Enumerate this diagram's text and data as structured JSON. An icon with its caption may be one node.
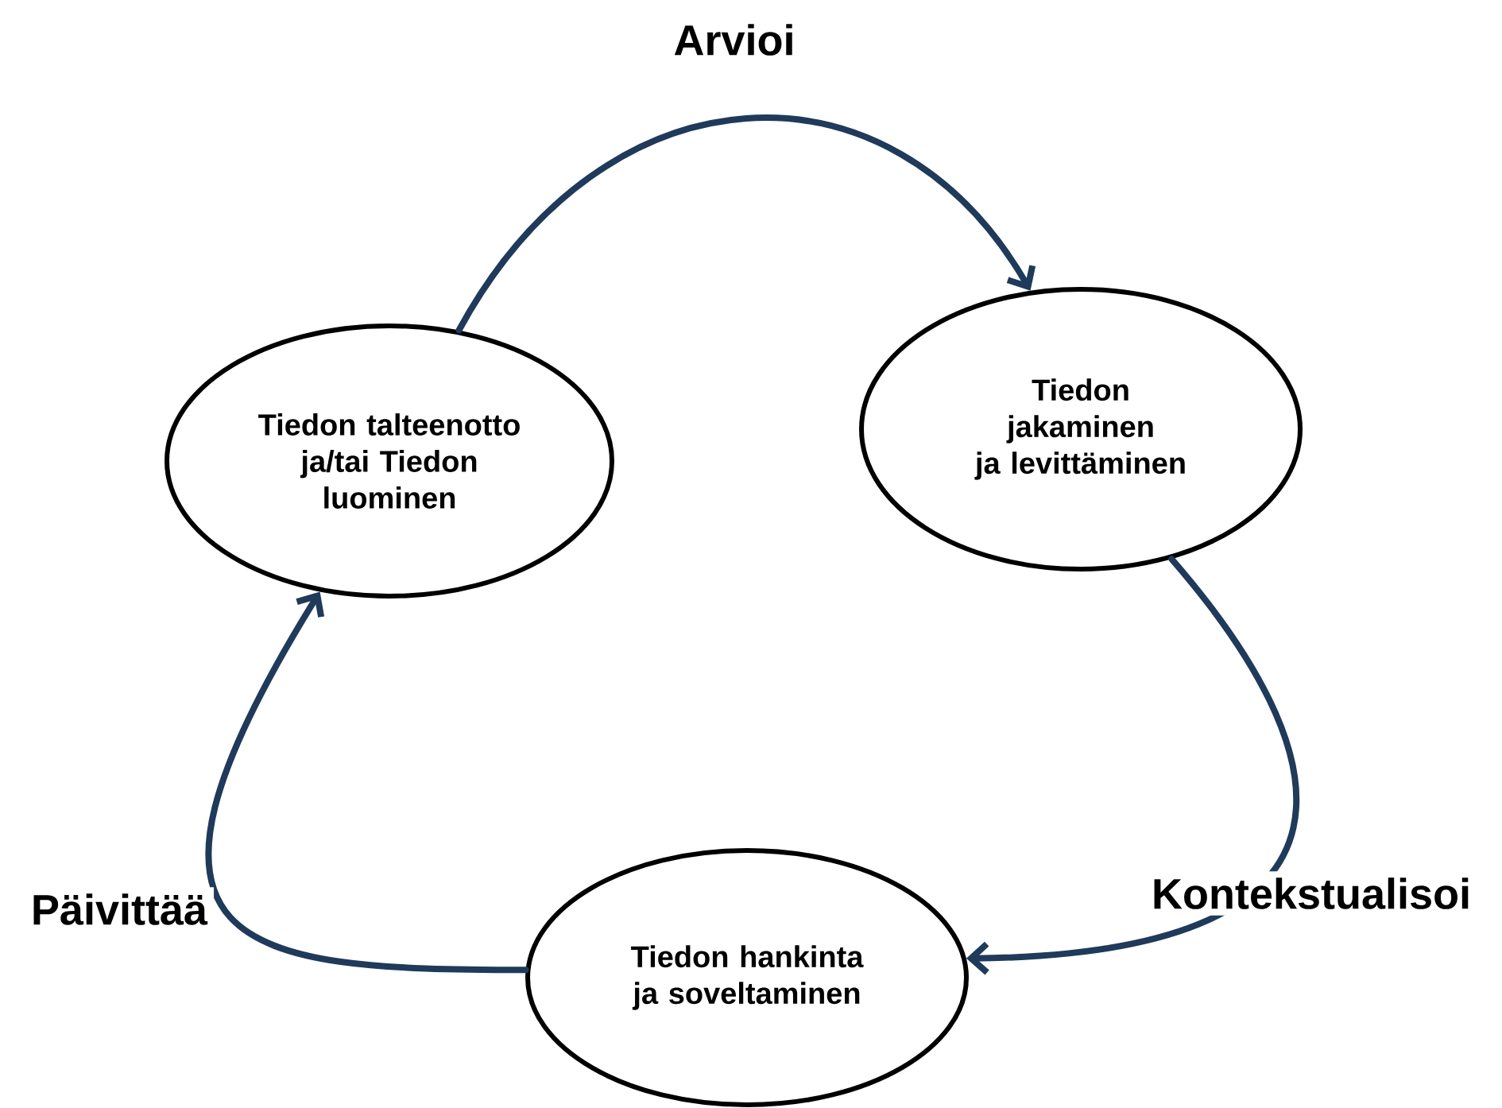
{
  "diagram": {
    "nodes": [
      {
        "text": [
          "Tiedon talteenotto ja/tai Tiedon luominen"
        ]
      },
      {
        "text": [
          "Tiedon jakaminen ja levittäminen"
        ]
      },
      {
        "text": [
          "Tiedon hankinta ja soveltaminen"
        ]
      }
    ],
    "edges": [
      {
        "from": 0,
        "to": 1,
        "arrow": "to",
        "label": "Arvioi"
      },
      {
        "from": 1,
        "to": 2,
        "arrow": "to",
        "label": "Kontekstualisoi"
      },
      {
        "from": 2,
        "to": 0,
        "arrow": "to",
        "label": "Päivittää"
      }
    ]
  }
}
